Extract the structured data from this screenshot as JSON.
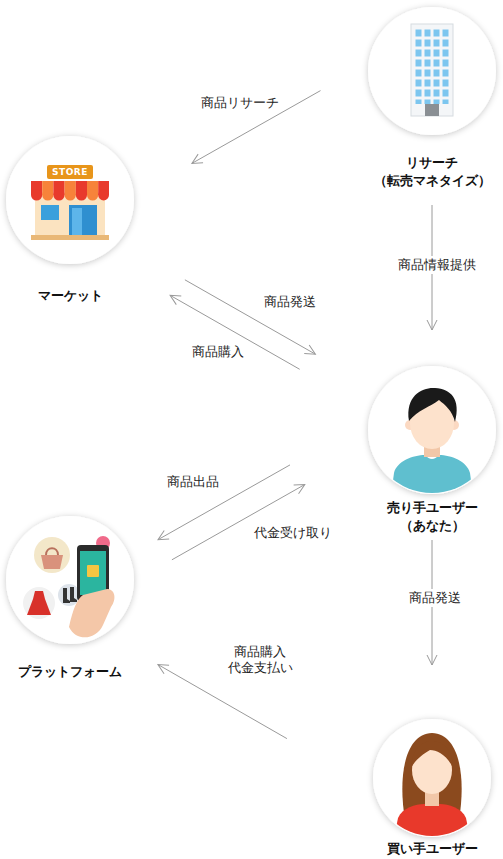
{
  "diagram": {
    "nodes": [
      {
        "text": [
          "リサーチ （転売マネタイズ）"
        ]
      },
      {
        "text": [
          "マーケット"
        ]
      },
      {
        "text": [
          "売り手ユーザー （あなた）"
        ]
      },
      {
        "text": [
          "プラットフォーム"
        ]
      },
      {
        "text": [
          "買い手ユーザー"
        ]
      }
    ],
    "edges": [
      {
        "from": 0,
        "to": 1,
        "label": "商品リサーチ",
        "arrow": "to"
      },
      {
        "from": 0,
        "to": 2,
        "label": "商品情報提供",
        "arrow": "to"
      },
      {
        "from": 1,
        "to": 2,
        "label": "商品発送",
        "arrow": "to"
      },
      {
        "from": 2,
        "to": 1,
        "label": "商品購入",
        "arrow": "to"
      },
      {
        "from": 2,
        "to": 3,
        "label": "商品出品",
        "arrow": "to"
      },
      {
        "from": 3,
        "to": 2,
        "label": "代金受け取り",
        "arrow": "to"
      },
      {
        "from": 2,
        "to": 4,
        "label": "商品発送",
        "arrow": "to"
      },
      {
        "from": 4,
        "to": 3,
        "label": "商品購入 代金支払い",
        "arrow": "to"
      }
    ],
    "labels": [
      "STORE"
    ]
  }
}
